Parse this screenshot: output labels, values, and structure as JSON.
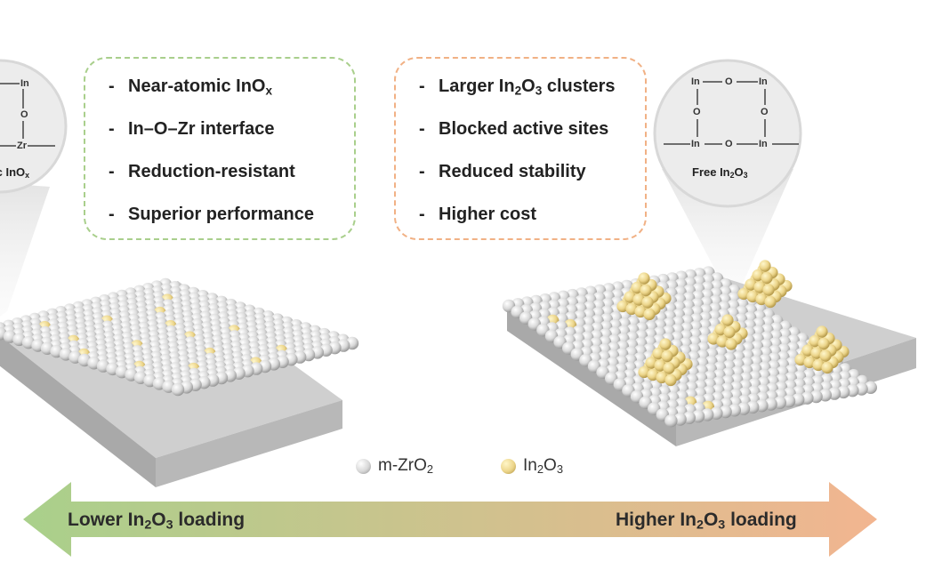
{
  "left_callout": {
    "items": [
      {
        "main": "Near-atomic InO",
        "sub": "x",
        "tail": ""
      },
      {
        "main": "In–O–Zr interface",
        "sub": "",
        "tail": ""
      },
      {
        "main": "Reduction-resistant",
        "sub": "",
        "tail": ""
      },
      {
        "main": "Superior performance",
        "sub": "",
        "tail": ""
      }
    ]
  },
  "right_callout": {
    "items": [
      {
        "main": "Larger In",
        "sub": "2",
        "mid": "O",
        "sub2": "3",
        "tail": " clusters"
      },
      {
        "main": "Blocked active sites",
        "sub": "",
        "mid": "",
        "sub2": "",
        "tail": ""
      },
      {
        "main": "Reduced stability",
        "sub": "",
        "mid": "",
        "sub2": "",
        "tail": ""
      },
      {
        "main": "Higher cost",
        "sub": "",
        "mid": "",
        "sub2": "",
        "tail": ""
      }
    ]
  },
  "zoom_left": {
    "caption_main": "ic InO",
    "caption_sub": "x",
    "atoms": {
      "in": "In",
      "o": "O",
      "zr": "Zr"
    }
  },
  "zoom_right": {
    "caption_main": "Free In",
    "caption_sub": "2",
    "caption_mid": "O",
    "caption_sub2": "3",
    "atoms": {
      "in": "In",
      "o": "O"
    }
  },
  "legend": {
    "zro2_main": "m-ZrO",
    "zro2_sub": "2",
    "in2o3_main": "In",
    "in2o3_sub": "2",
    "in2o3_mid": "O",
    "in2o3_sub2": "3"
  },
  "arrow": {
    "left_main": "Lower In",
    "left_sub": "2",
    "left_mid": "O",
    "left_sub2": "3",
    "left_tail": " loading",
    "right_main": "Higher In",
    "right_sub": "2",
    "right_mid": "O",
    "right_sub2": "3",
    "right_tail": " loading",
    "color_left": "#a9d08b",
    "color_right": "#f2b590"
  },
  "colors": {
    "zro2_atom": "#d9d9d9",
    "in2o3_atom": "#ecd58a",
    "left_box_border": "#a9cf8c",
    "right_box_border": "#f1b185"
  }
}
